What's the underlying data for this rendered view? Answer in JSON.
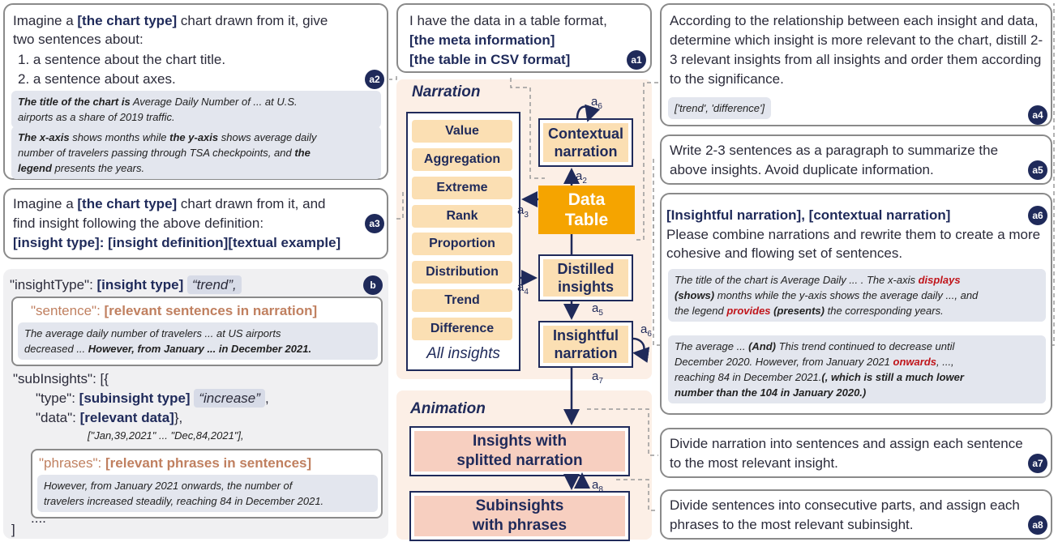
{
  "a2_box": {
    "line1_pre": "Imagine a ",
    "line1_bold": "[the chart type]",
    "line1_post": " chart drawn from it, give",
    "line2": "two sentences about:",
    "item1": "1. a sentence about the chart title.",
    "item2": "2. a sentence about axes.",
    "badge": "a2",
    "ex1_bold": "The title of the chart is",
    "ex1_rest": " Average Daily Number of ... at U.S.",
    "ex1_line2": "airports as a share of 2019 traffic.",
    "ex2_b1": "The x-axis",
    "ex2_t1": " shows months while ",
    "ex2_b2": "the y-axis",
    "ex2_t2": " shows average daily",
    "ex2_line2": "number of travelers passing through TSA checkpoints, and ",
    "ex2_b3": "the",
    "ex2_b4": "legend",
    "ex2_t3": " presents the years."
  },
  "a3_box": {
    "line1_pre": "Imagine a ",
    "line1_bold": "[the chart type]",
    "line1_post": " chart drawn from it, and",
    "line2": "find insight following the above definition:",
    "line3": "[insight type]: [insight definition][textual example]",
    "badge": "a3"
  },
  "b_box": {
    "badge": "b",
    "insight_key": "\"insightType\": ",
    "insight_val": "[insight type]",
    "insight_ex": "“trend”,",
    "sentence_key": "\"sentence\": ",
    "sentence_val": "[relevant sentences in narration]",
    "sentence_ex1": "The average daily number of travelers ... at US airports",
    "sentence_ex2_pre": "decreased ... ",
    "sentence_ex2_bold": "However, from January ... in December 2021.",
    "sub_key": "\"subInsights\": [{",
    "type_key": "\"type\": ",
    "type_val": "[subinsight type]",
    "type_ex": "“increase”",
    "type_comma": ",",
    "data_key": "\"data\": ",
    "data_val": "[relevant data]",
    "data_end": "},",
    "data_ex": "[\"Jan,39,2021\" ...  \"Dec,84,2021\"],",
    "phrases_key": "\"phrases\": ",
    "phrases_val": "[relevant phrases in sentences]",
    "phrases_ex1": "However, from January 2021 onwards, the number of",
    "phrases_ex2": "travelers increased steadily, reaching 84 in December 2021.",
    "dots": "....",
    "close": "]"
  },
  "a1_box": {
    "line1": "I have the data in a table format,",
    "line2": "[the meta information]",
    "line3": "[the table in CSV format]",
    "badge": "a1"
  },
  "narration": {
    "title": "Narration",
    "insights": [
      "Value",
      "Aggregation",
      "Extreme",
      "Rank",
      "Proportion",
      "Distribution",
      "Trend",
      "Difference"
    ],
    "all_insights": "All insights",
    "contextual": "Contextual narration",
    "data_table": "Data Table",
    "distilled": "Distilled insights",
    "insightful": "Insightful narration",
    "labels": {
      "a2": "a2",
      "a3": "a3",
      "a4": "a4",
      "a5": "a5",
      "a6_top": "a6",
      "a6_right": "a6"
    }
  },
  "animation": {
    "title": "Animation",
    "node1": "Insights with splitted narration",
    "node2": "Subinsights with phrases",
    "labels": {
      "a7": "a7",
      "a8": "a8"
    }
  },
  "a4_box": {
    "text": "According to the relationship between each insight and data, determine which insight is more relevant to the chart, distill 2-3 relevant insights from all insights and order them according to the significance.",
    "example": "['trend', 'difference']",
    "badge": "a4"
  },
  "a5_box": {
    "text": "Write 2-3 sentences as a paragraph to summarize the above insights. Avoid duplicate information.",
    "badge": "a5"
  },
  "a6_box": {
    "title": "[Insightful narration], [contextual narration]",
    "text": "Please combine narrations and rewrite them to create a more cohesive and flowing set of sentences.",
    "badge": "a6",
    "ex1_a": "The title of the chart is Average Daily ... . The x-axis ",
    "ex1_red1": "displays",
    "ex1_b": "(shows)",
    "ex1_c": " months while the y-axis shows the average daily ..., and",
    "ex1_d": "the legend ",
    "ex1_red2": "provides",
    "ex1_e": " (presents)",
    "ex1_f": " the corresponding years.",
    "ex2_a": "The average ... ",
    "ex2_b": "(And)",
    "ex2_c": " This trend continued to decrease until",
    "ex2_d": "December 2020. However, from January 2021 ",
    "ex2_red": "onwards",
    "ex2_e": ", ...,",
    "ex2_f": "reaching 84 in December 2021.",
    "ex2_g": "(, which is still a much lower",
    "ex2_h": "number than the 104 in January 2020.)"
  },
  "a7_box": {
    "text": "Divide narration into sentences and assign each sentence to the most relevant insight.",
    "badge": "a7"
  },
  "a8_box": {
    "text": "Divide sentences into consecutive parts, and assign each phrases to the most relevant subinsight.",
    "badge": "a8"
  },
  "colors": {
    "navy": "#1f2a5a",
    "tan": "#fbdfb3",
    "salmon": "#f7cfc0",
    "panel": "#fcefe6",
    "red": "#c0151b"
  }
}
